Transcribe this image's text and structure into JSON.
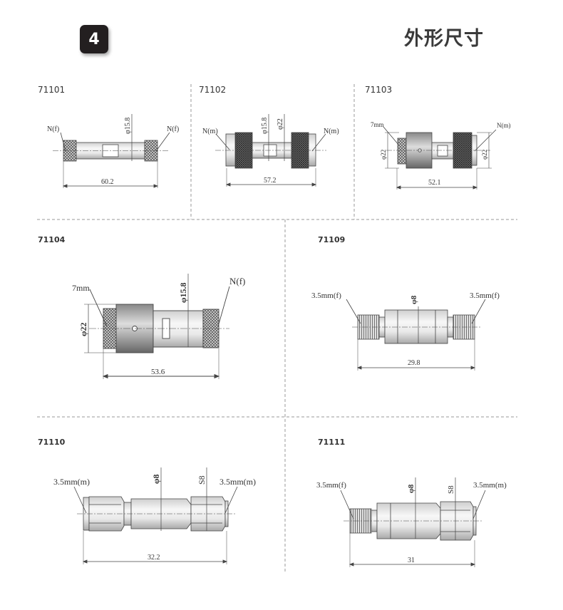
{
  "header": {
    "section_number": "4",
    "title": "外形尺寸"
  },
  "panels": [
    {
      "id": "71101",
      "left_label": "N(f)",
      "right_label": "N(f)",
      "dia_label": "φ15.8",
      "length": "60.2"
    },
    {
      "id": "71102",
      "left_label": "N(m)",
      "right_label": "N(m)",
      "dia_label": "φ15.8",
      "dia2_label": "φ22",
      "length": "57.2"
    },
    {
      "id": "71103",
      "left_label": "7mm",
      "right_label": "N(m)",
      "dia_label": "φ22",
      "dia2_label": "φ22",
      "length": "52.1"
    },
    {
      "id": "71104",
      "left_label": "7mm",
      "right_label": "N(f)",
      "dia_label": "φ15.8",
      "dia2_label": "φ22",
      "length": "53.6"
    },
    {
      "id": "71109",
      "left_label": "3.5mm(f)",
      "right_label": "3.5mm(f)",
      "dia_label": "φ8",
      "length": "29.8"
    },
    {
      "id": "71110",
      "left_label": "3.5mm(m)",
      "right_label": "3.5mm(m)",
      "dia_label": "φ8",
      "dia2_label": "S8",
      "length": "32.2"
    },
    {
      "id": "71111",
      "left_label": "3.5mm(f)",
      "right_label": "3.5mm(m)",
      "dia_label": "φ8",
      "dia2_label": "S8",
      "length": "31"
    }
  ]
}
